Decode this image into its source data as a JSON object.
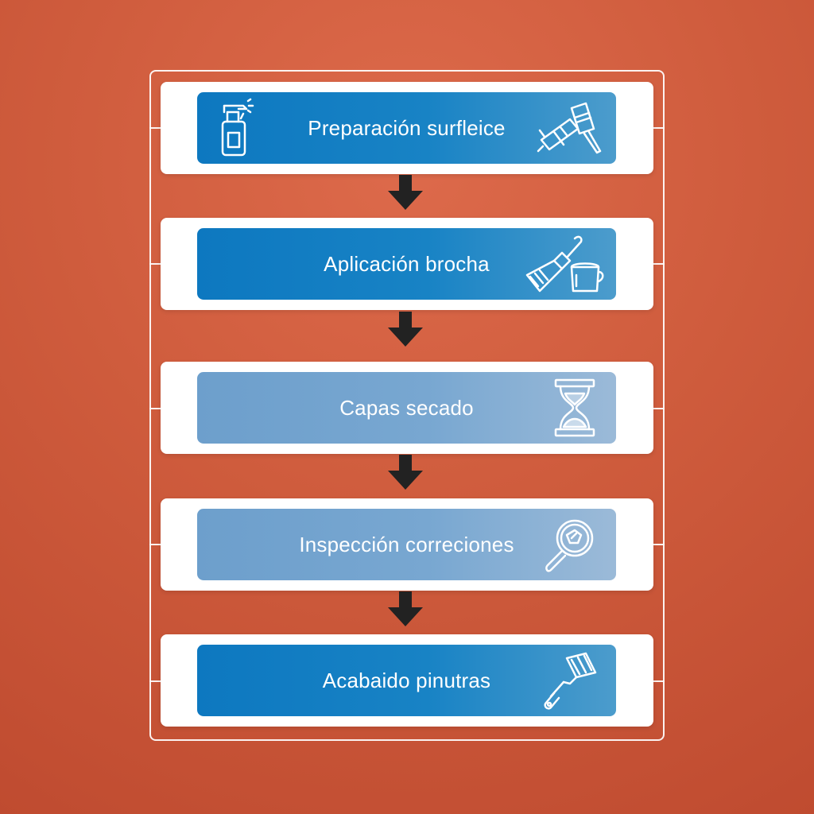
{
  "colors": {
    "background": "#cf5c3d",
    "frame": "#ffffff",
    "card": "#ffffff",
    "bar_strong": "#1883c5",
    "bar_soft": "#78a7d1",
    "arrow": "#222222"
  },
  "steps": [
    {
      "label": "Preparación surfleice",
      "icon_left": "spray-bottle-icon",
      "icon_right": "scraper-brush-icon"
    },
    {
      "label": "Aplicación brocha",
      "icon_right": "paintbrush-bucket-icon"
    },
    {
      "label": "Capas secado",
      "icon_right": "hourglass-icon"
    },
    {
      "label": "Inspección correciones",
      "icon_right": "magnifier-icon"
    },
    {
      "label": "Acabaido pinutras",
      "icon_right": "paint-roller-icon"
    }
  ]
}
